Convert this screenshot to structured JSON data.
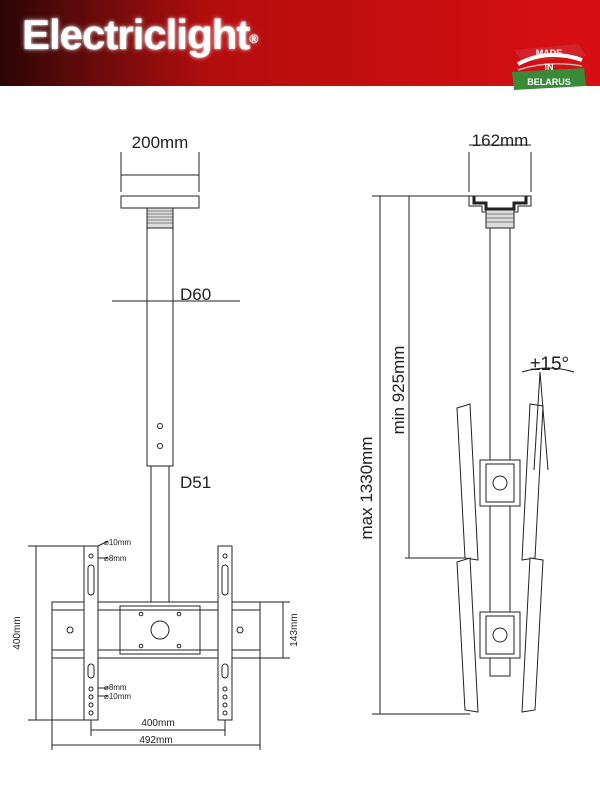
{
  "brand": {
    "logo_text": "Electriclight",
    "registered_mark": "®"
  },
  "badge": {
    "line1": "MADE",
    "line2": "IN",
    "line3": "BELARUS",
    "colors": {
      "red": "#d0242a",
      "green": "#3a8a3a"
    }
  },
  "front_view": {
    "top_width": "200mm",
    "upper_tube": "D60",
    "lower_tube": "D51",
    "hole_top": "⌀10mm",
    "hole_top_small": "⌀8mm",
    "hole_bottom_small": "⌀8mm",
    "hole_bottom": "⌀10mm",
    "height_left": "400mm",
    "height_right": "143mm",
    "inner_width": "400mm",
    "outer_width": "492mm"
  },
  "side_view": {
    "top_width": "162mm",
    "min_length": "min 925mm",
    "max_length": "max 1330mm",
    "tilt": "±15°"
  },
  "colors": {
    "header_red": "#d80f12",
    "header_dark": "#2a0505",
    "line": "#222222"
  }
}
